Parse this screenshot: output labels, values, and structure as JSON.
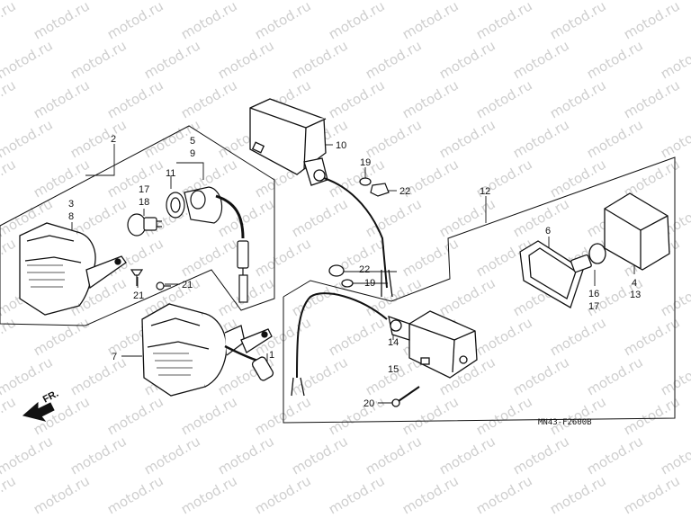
{
  "watermark": "motod.ru",
  "diagram_code": "MN43-F2600B",
  "front_label": "FR.",
  "callouts": {
    "c1": "1",
    "c2": "2",
    "c3": "3",
    "c4": "4",
    "c5": "5",
    "c6": "6",
    "c7": "7",
    "c8": "8",
    "c9": "9",
    "c10": "10",
    "c11": "11",
    "c12": "12",
    "c13": "13",
    "c14": "14",
    "c15": "15",
    "c16": "16",
    "c17": "17",
    "c18": "18",
    "c19a": "19",
    "c19b": "19",
    "c20": "20",
    "c21a": "21",
    "c21b": "21",
    "c22a": "22",
    "c22b": "22"
  },
  "colors": {
    "ink": "#111111",
    "watermark": "#cfcfcf",
    "background": "#ffffff"
  }
}
